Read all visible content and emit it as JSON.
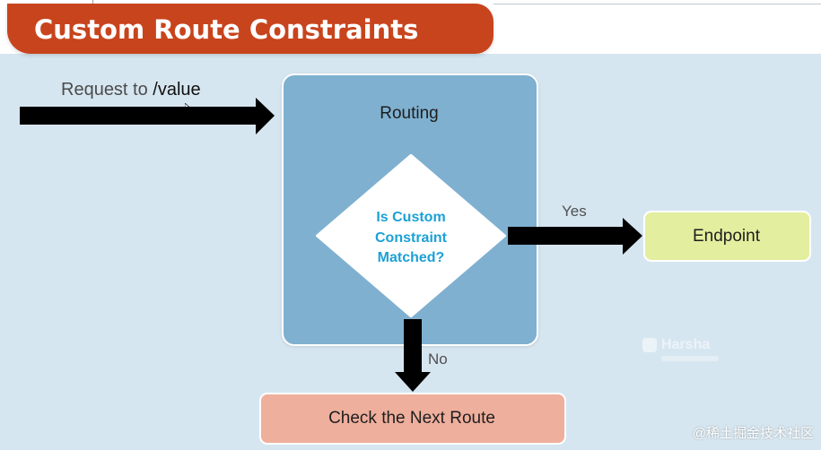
{
  "slide": {
    "title": "Custom Route Constraints"
  },
  "diagram": {
    "request": {
      "prefix": "Request to ",
      "path": "/value"
    },
    "routing_label": "Routing",
    "decision": {
      "line1": "Is Custom",
      "line2": "Constraint",
      "line3": "Matched?"
    },
    "yes_label": "Yes",
    "no_label": "No",
    "endpoint_label": "Endpoint",
    "next_route_label": "Check the Next Route"
  },
  "watermarks": {
    "logo_name": "Harsha",
    "source_text": "@稀土掘金技术社区"
  },
  "colors": {
    "title_accent": "#c8441d",
    "background": "#d6e6f0",
    "routing_box": "#7fb0d0",
    "decision_text": "#1ca1d6",
    "endpoint_box": "#e3ee9e",
    "next_route_box": "#efaf9d"
  }
}
